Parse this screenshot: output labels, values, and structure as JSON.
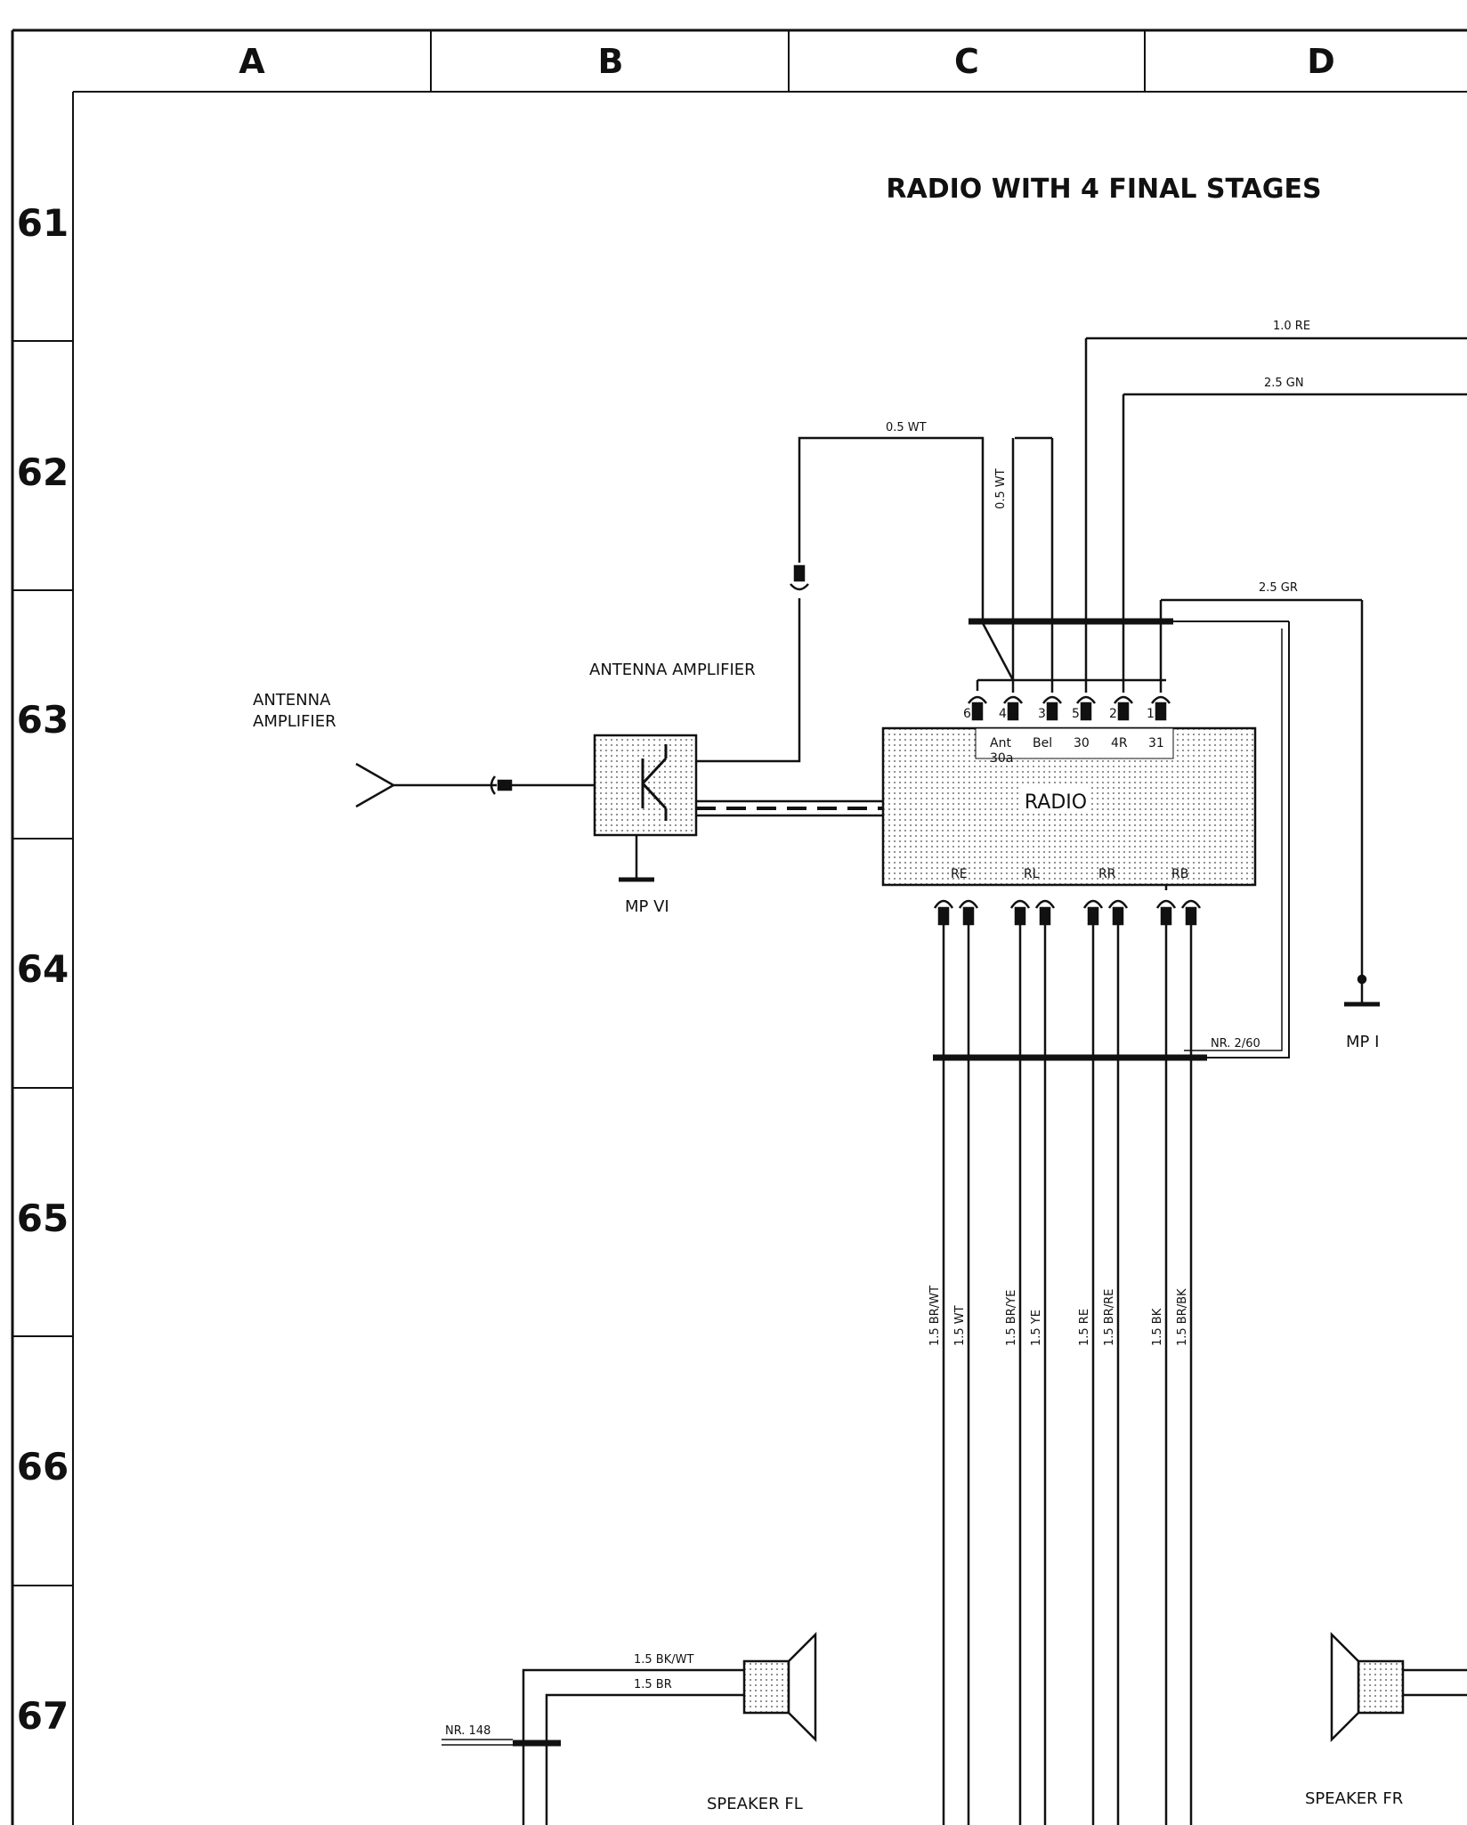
{
  "title": "RADIO WITH 4 FINAL STAGES",
  "columns": [
    "A",
    "B",
    "C",
    "D"
  ],
  "rows": [
    "61",
    "62",
    "63",
    "64",
    "65",
    "66",
    "67"
  ],
  "components": {
    "antenna_label_1": "ANTENNA",
    "antenna_label_2": "AMPLIFIER",
    "antenna_amp_label": "ANTENNA AMPLIFIER",
    "radio_label": "RADIO",
    "mp_vi": "MP VI",
    "mp_i": "MP I",
    "speaker_fl": "SPEAKER FL",
    "speaker_fr": "SPEAKER FR"
  },
  "radio_top_pins": [
    "6",
    "4",
    "3",
    "5",
    "2",
    "1"
  ],
  "radio_top_terms": [
    "Ant",
    "Bel",
    "30",
    "4R",
    "31"
  ],
  "radio_top_term_sub": "30a",
  "radio_bottom_pins": [
    "RE",
    "RL",
    "RR",
    "RB"
  ],
  "wires": {
    "w_10re": "1.0 RE",
    "w_25gn": "2.5 GN",
    "w_05wt_h": "0.5 WT",
    "w_05wt_v": "0.5 WT",
    "w_25gr": "2.5 GR",
    "nr_260": "NR. 2/60",
    "nr_148": "NR. 148",
    "fl_1": "1.5 BK/WT",
    "fl_2": "1.5 BR",
    "v1": "1.5 BR/WT",
    "v2": "1.5 WT",
    "v3": "1.5 BR/YE",
    "v4": "1.5 YE",
    "v5": "1.5 RE",
    "v6": "1.5 BR/RE",
    "v7": "1.5 BK",
    "v8": "1.5 BR/BK"
  }
}
